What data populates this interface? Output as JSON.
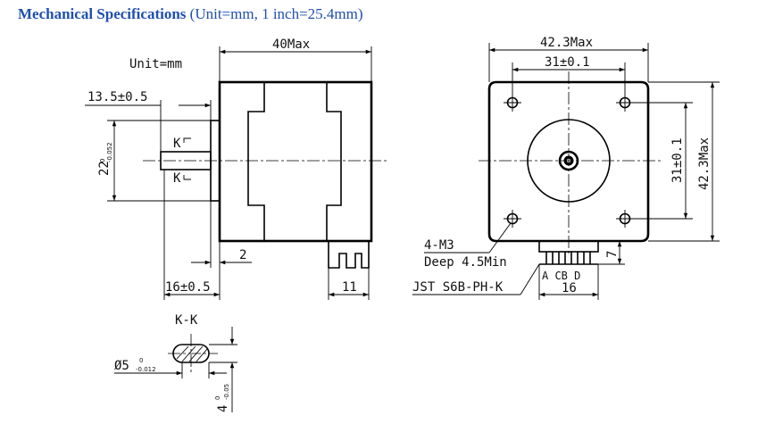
{
  "header": {
    "title_bold": "Mechanical Specifications",
    "title_rest": "(Unit=mm, 1 inch=25.4mm)"
  },
  "side_view": {
    "unit_label": "Unit=mm",
    "body_length": "40Max",
    "shaft_length": "13.5±0.5",
    "shaft_dia_main": "22",
    "shaft_dia_tol_top": "0",
    "shaft_dia_tol_bottom": "-0.052",
    "boss_label": "2",
    "flange_offset": "16±0.5",
    "connector_width": "11",
    "section_mark": "K"
  },
  "front_view": {
    "outer_size_top": "42.3Max",
    "hole_spacing_top": "31±0.1",
    "hole_spacing_side": "31±0.1",
    "outer_size_side": "42.3Max",
    "thread_label": "4-M3",
    "thread_depth": "Deep 4.5Min",
    "connector_label": "JST S6B-PH-K",
    "pin_labels": "A  CB D",
    "connector_length": "16",
    "connector_height": "7"
  },
  "section": {
    "title": "K-K",
    "dia_main": "Ø5",
    "dia_tol_top": "0",
    "dia_tol_bottom": "-0.012",
    "flat_main": "4",
    "flat_tol_top": "0",
    "flat_tol_bottom": "-0.05"
  }
}
